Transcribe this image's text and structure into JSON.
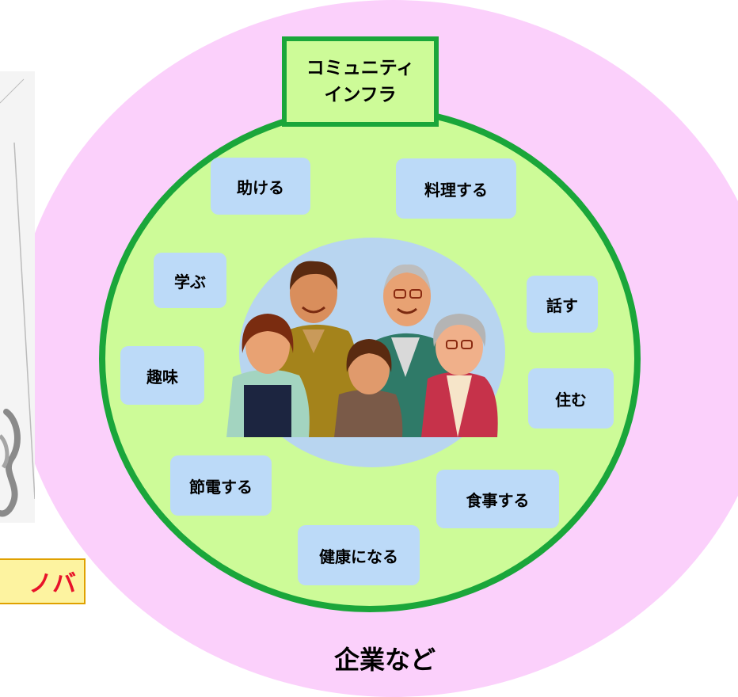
{
  "diagram": {
    "title_box": {
      "line1": "コミュニティ",
      "line2": "インフラ"
    },
    "activities": {
      "help": "助ける",
      "cook": "料理する",
      "learn": "学ぶ",
      "talk": "話す",
      "hobby": "趣味",
      "live": "住む",
      "save_power": "節電する",
      "eat": "食事する",
      "get_healthy": "健康になる"
    },
    "outer_label": "企業など",
    "partial_left_label": "ノバ"
  },
  "colors": {
    "outer_ring": "#fbd0fb",
    "community_circle": "#cdfb98",
    "community_border": "#1aa63a",
    "family_circle": "#b8d5f0",
    "activity_chip": "#bcdaf8",
    "partial_box_fill": "#fdf3a0",
    "partial_box_text": "#e8132a"
  },
  "icons": {
    "center": "family-illustration",
    "left_edge": "photo-fragment"
  }
}
